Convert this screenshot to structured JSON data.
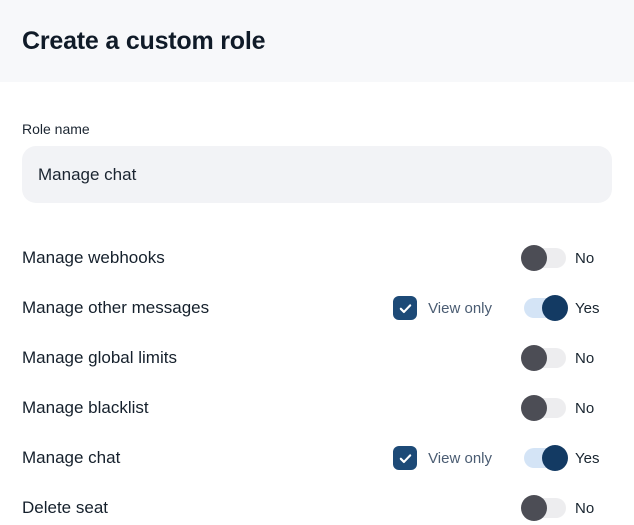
{
  "header": {
    "title": "Create a custom role"
  },
  "form": {
    "role_name_label": "Role name",
    "role_name_value": "Manage chat"
  },
  "permissions": [
    {
      "label": "Manage webhooks",
      "view_only": false,
      "enabled": false,
      "state_label": "No"
    },
    {
      "label": "Manage other messages",
      "view_only": true,
      "view_only_checked": true,
      "view_only_label": "View only",
      "enabled": true,
      "state_label": "Yes"
    },
    {
      "label": "Manage global limits",
      "view_only": false,
      "enabled": false,
      "state_label": "No"
    },
    {
      "label": "Manage blacklist",
      "view_only": false,
      "enabled": false,
      "state_label": "No"
    },
    {
      "label": "Manage chat",
      "view_only": true,
      "view_only_checked": true,
      "view_only_label": "View only",
      "enabled": true,
      "state_label": "Yes"
    },
    {
      "label": "Delete seat",
      "view_only": false,
      "enabled": false,
      "state_label": "No"
    }
  ],
  "colors": {
    "header_bg": "#f7f8fa",
    "title_text": "#101b28",
    "label_text": "#15202c",
    "input_bg": "#f2f3f6",
    "checkbox_navy": "#1d4a77",
    "toggle_on_knob": "#133a63",
    "toggle_on_track": "#d4e4f6",
    "toggle_off_knob": "#4c4d55",
    "toggle_off_track": "#ededef",
    "view_only_text": "#4a5c72"
  }
}
